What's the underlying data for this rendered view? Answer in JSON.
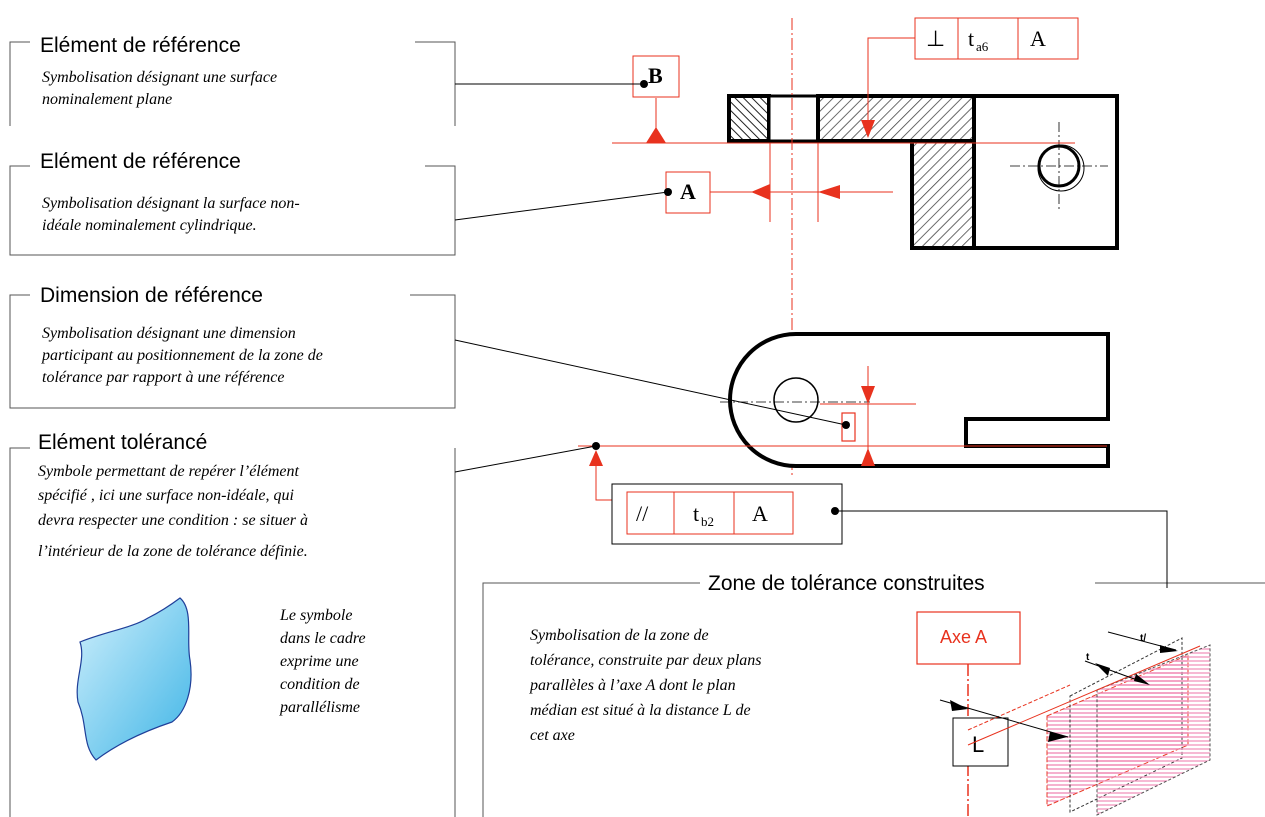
{
  "colors": {
    "red": "#e8321e",
    "black": "#000000",
    "hatch": "#555555",
    "zone_fill": "#f5a6c8",
    "sky": "#7fd0f0"
  },
  "panels": {
    "ref1": {
      "title": "Elément de référence",
      "lines": [
        "Symbolisation désignant une surface",
        "nominalement plane"
      ]
    },
    "ref2": {
      "title": "Elément de référence",
      "lines": [
        "Symbolisation désignant la surface non-",
        "idéale nominalement cylindrique."
      ]
    },
    "dim": {
      "title": "Dimension de référence",
      "lines": [
        "Symbolisation désignant une dimension",
        "participant au positionnement de la zone de",
        "tolérance par rapport à une référence"
      ]
    },
    "tol": {
      "title": "Elément tolérancé",
      "lines": [
        "Symbole permettant de repérer l’élément",
        "spécifié , ici une surface non-idéale, qui",
        "devra respecter une condition : se situer à",
        "l’intérieur de la zone de tolérance définie."
      ],
      "symbol_note": [
        "Le symbole",
        "dans le cadre",
        "exprime une",
        "condition de",
        "parallélisme"
      ]
    },
    "zone": {
      "title": "Zone de tolérance construites",
      "lines": [
        "Symbolisation de la zone de",
        "tolérance, construite par deux plans",
        "parallèles à l’axe A dont le plan",
        "médian est situé à la distance L de",
        "cet axe"
      ]
    }
  },
  "frames": {
    "perp": {
      "symbol": "⊥",
      "tol_main": "t",
      "tol_sub": "a6",
      "datum": "A"
    },
    "parallel": {
      "symbol": "//",
      "tol_main": "t",
      "tol_sub": "b2",
      "datum": "A"
    }
  },
  "datums": {
    "b": "B",
    "a": "A"
  },
  "zone_fig": {
    "axis_label": "Axe A",
    "distance_label": "L",
    "t_label": "t",
    "t2_label": "t/"
  }
}
